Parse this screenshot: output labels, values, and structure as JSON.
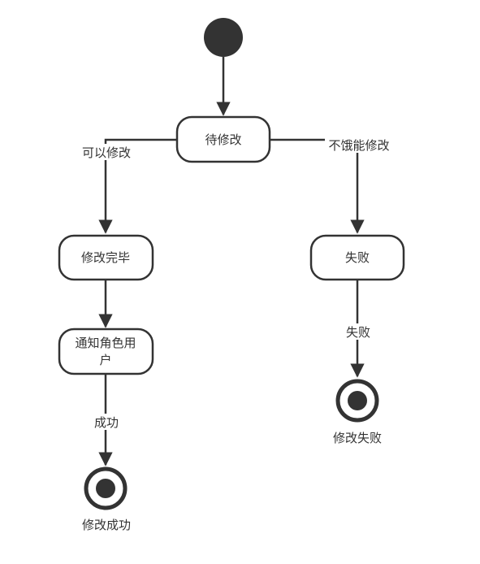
{
  "diagram": {
    "type": "state-diagram",
    "colors": {
      "stroke": "#333333",
      "fill": "#ffffff",
      "initial_fill": "#333333",
      "text": "#333333"
    },
    "states": {
      "pending": "待修改",
      "modified": "修改完毕",
      "notify_line1": "通知角色用",
      "notify_line2": "户",
      "failed": "失败"
    },
    "transitions": {
      "can_modify": "可以修改",
      "cannot_modify": "不饿能修改",
      "fail": "失败",
      "success": "成功"
    },
    "final_states": {
      "failed": "修改失败",
      "succeeded": "修改成功"
    }
  }
}
